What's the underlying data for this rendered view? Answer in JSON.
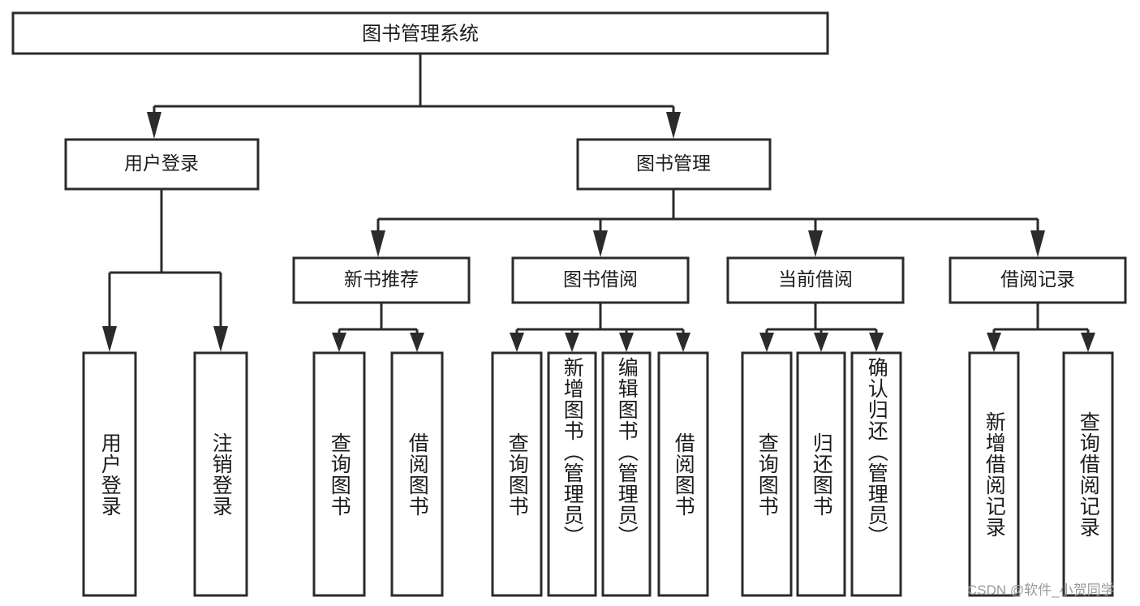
{
  "diagram": {
    "type": "tree",
    "title": "图书管理系统",
    "watermark": "CSDN @软件_小贺同学",
    "colors": {
      "stroke": "#2b2b2b",
      "fill": "#ffffff",
      "text": "#1c1c1c",
      "watermark": "#9a9a9a",
      "background": "#ffffff"
    },
    "levels": {
      "root": "图书管理系统",
      "level2": [
        "用户登录",
        "图书管理"
      ],
      "level3": [
        "新书推荐",
        "图书借阅",
        "当前借阅",
        "借阅记录"
      ]
    },
    "nodes": {
      "root": {
        "label": "图书管理系统"
      },
      "user_login": {
        "label": "用户登录"
      },
      "book_manage": {
        "label": "图书管理"
      },
      "new_book_rec": {
        "label": "新书推荐"
      },
      "book_borrow": {
        "label": "图书借阅"
      },
      "current_borrow": {
        "label": "当前借阅"
      },
      "borrow_record": {
        "label": "借阅记录"
      }
    },
    "leaves": {
      "user_login": [
        {
          "label": "用户登录"
        },
        {
          "label": "注销登录"
        }
      ],
      "new_book_rec": [
        {
          "label": "查询图书"
        },
        {
          "label": "借阅图书"
        }
      ],
      "book_borrow": [
        {
          "label": "查询图书"
        },
        {
          "label": "新增图书（管理员）"
        },
        {
          "label": "编辑图书（管理员）"
        },
        {
          "label": "借阅图书"
        }
      ],
      "current_borrow": [
        {
          "label": "查询图书"
        },
        {
          "label": "归还图书"
        },
        {
          "label": "确认归还（管理员）"
        }
      ],
      "borrow_record": [
        {
          "label": "新增借阅记录"
        },
        {
          "label": "查询借阅记录"
        }
      ]
    }
  }
}
